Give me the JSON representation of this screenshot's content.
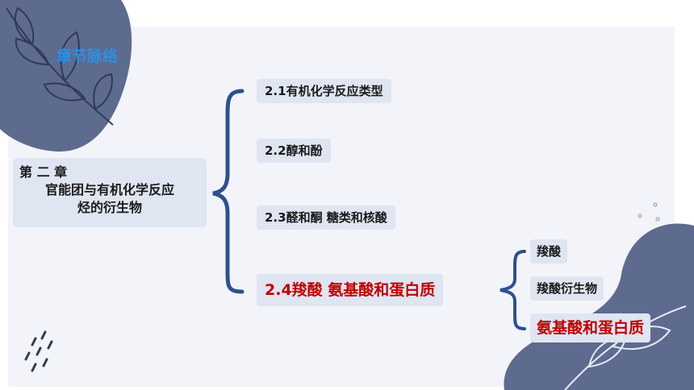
{
  "header": {
    "title": "章节脉络"
  },
  "chapter": {
    "line1": "第 二 章",
    "line2": "官能团与有机化学反应",
    "line3": "烃的衍生物"
  },
  "sections": [
    {
      "label": "2.1有机化学反应类型"
    },
    {
      "label": "2.2醇和酚"
    },
    {
      "label": "2.3醛和酮 糖类和核酸"
    },
    {
      "label": "2.4羧酸 氨基酸和蛋白质",
      "active": true
    }
  ],
  "subsections": [
    {
      "label": "羧酸"
    },
    {
      "label": "羧酸衍生物"
    },
    {
      "label": "氨基酸和蛋白质",
      "active": true
    }
  ],
  "colors": {
    "accent": "#2e8fe0",
    "highlight": "#c00000",
    "bracket": "#2f4f8f",
    "box": "#dfe5f1"
  }
}
